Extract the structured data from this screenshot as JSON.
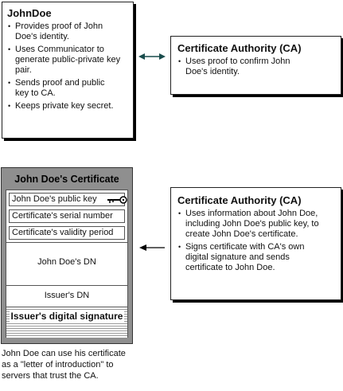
{
  "john_box": {
    "title": "JohnDoe",
    "items": [
      "Provides proof of John Doe's identity.",
      "Uses Communicator to generate public-private key pair.",
      "Sends proof and public key to CA.",
      "Keeps private key secret."
    ]
  },
  "ca_top": {
    "title": "Certificate Authority (CA)",
    "items": [
      "Uses proof to confirm John Doe's identity."
    ]
  },
  "ca_bottom": {
    "title": "Certificate Authority (CA)",
    "items": [
      "Uses information about John Doe, including John Doe's public key, to create John Doe's certificate.",
      "Signs certificate with CA's own digital signature and sends certificate to John Doe."
    ]
  },
  "certificate": {
    "title": "John Doe's Certificate",
    "public_key": "John Doe's public key",
    "serial": "Certificate's serial number",
    "validity": "Certificate's validity period",
    "subject_dn": "John Doe's DN",
    "issuer_dn": "Issuer's DN",
    "signature": "Issuer's digital signature"
  },
  "caption": "John Doe can use his certificate as a \"letter of introduction\" to servers that trust the CA.",
  "icons": {
    "key": "key-icon",
    "double_arrow": "double-arrow",
    "arrow": "left-arrow"
  }
}
